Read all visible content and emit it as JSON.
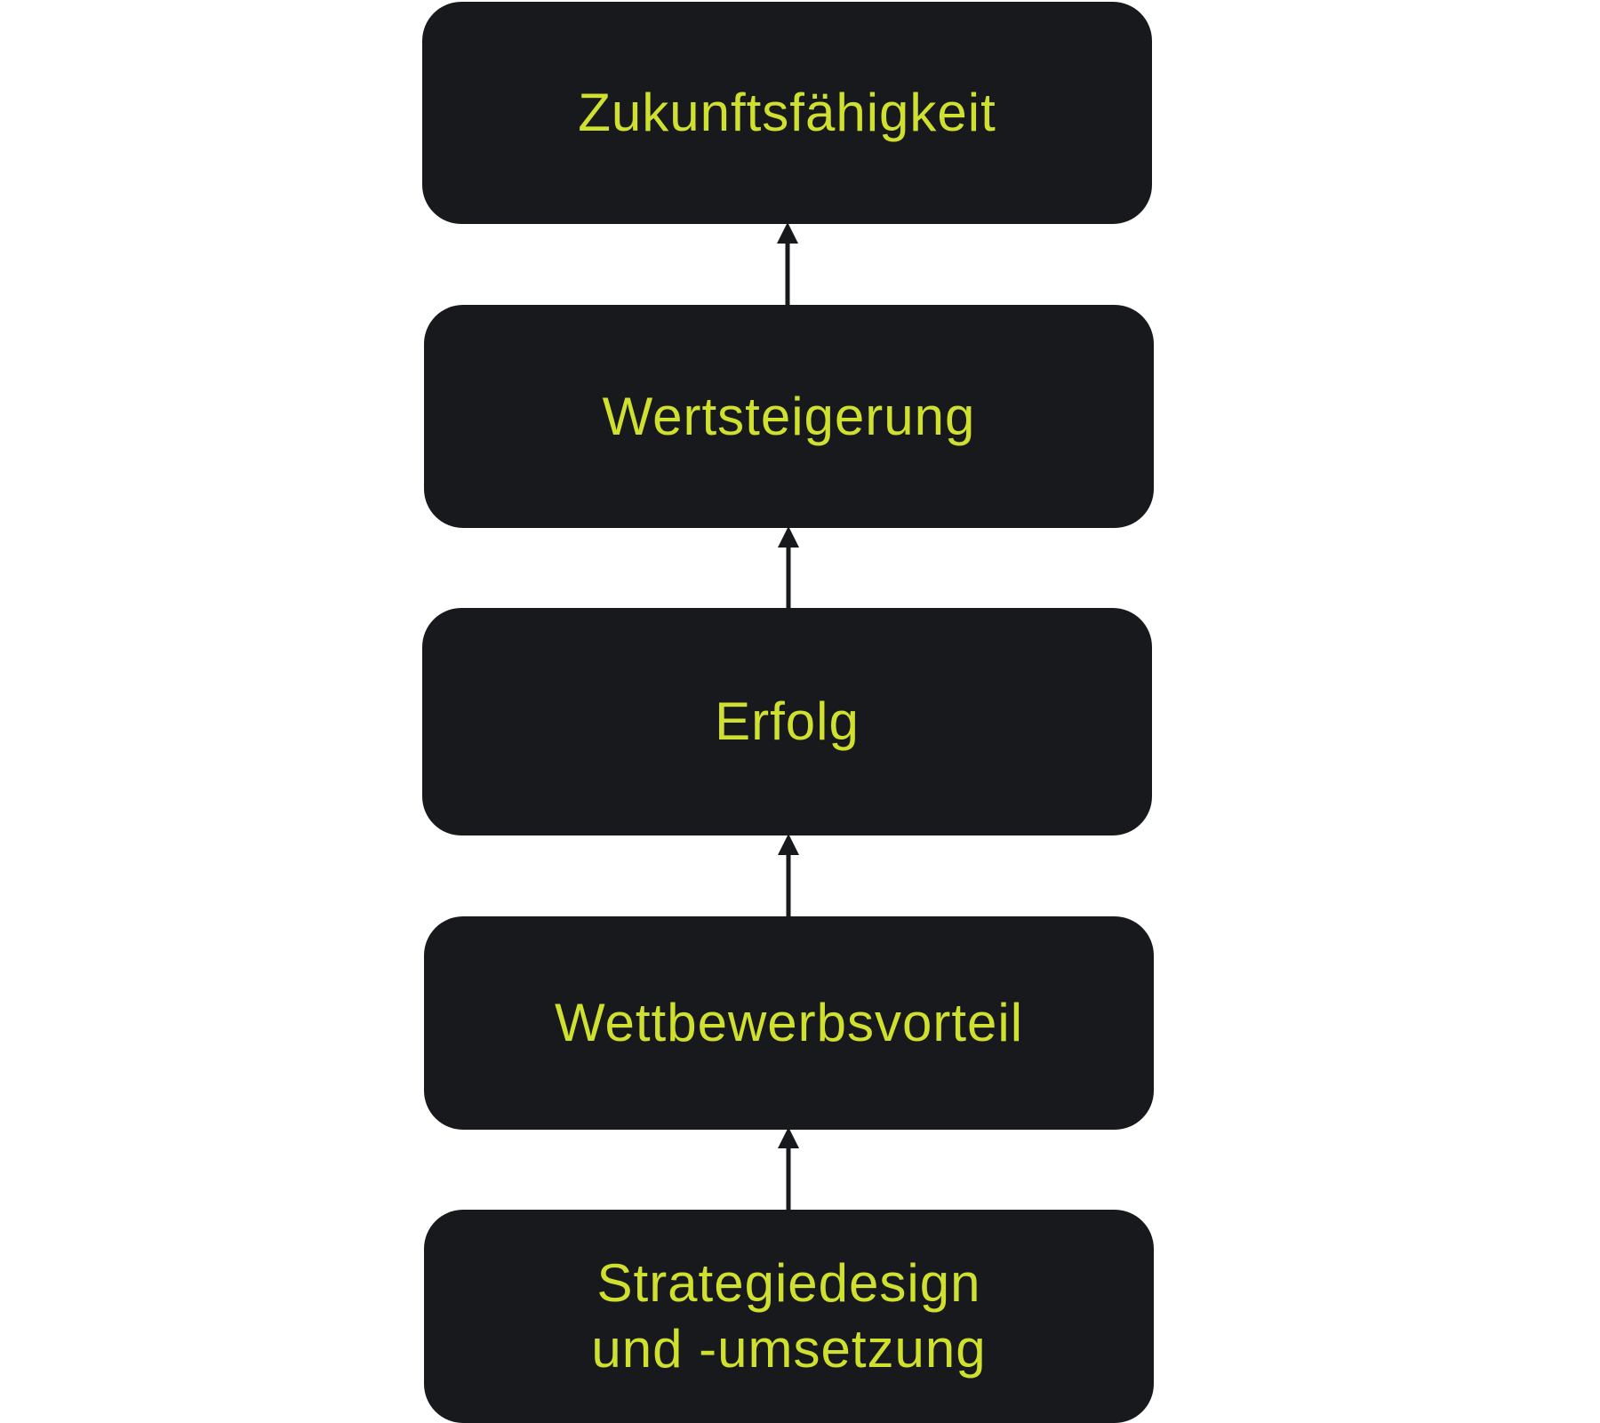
{
  "diagram": {
    "type": "vertical-flow",
    "direction": "bottom-to-top",
    "colors": {
      "box_fill": "#18191c",
      "box_text": "#cfe02f",
      "arrow": "#18191c",
      "background": "#ffffff"
    },
    "nodes": [
      {
        "id": "zukunft",
        "label": "Zukunftsfähigkeit"
      },
      {
        "id": "wert",
        "label": "Wertsteigerung"
      },
      {
        "id": "erfolg",
        "label": "Erfolg"
      },
      {
        "id": "wettbewerb",
        "label": "Wettbewerbsvorteil"
      },
      {
        "id": "strategie",
        "label": "Strategiedesign\nund -umsetzung"
      }
    ],
    "edges": [
      {
        "from": "strategie",
        "to": "wettbewerb"
      },
      {
        "from": "wettbewerb",
        "to": "erfolg"
      },
      {
        "from": "erfolg",
        "to": "wert"
      },
      {
        "from": "wert",
        "to": "zukunft"
      }
    ]
  }
}
